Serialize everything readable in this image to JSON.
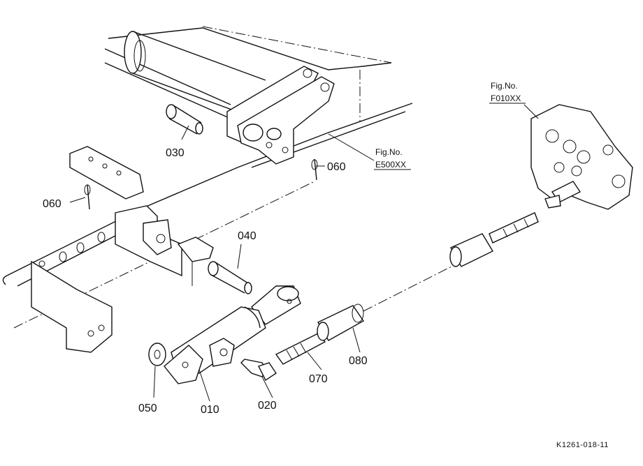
{
  "parts": [
    {
      "id": "p030",
      "label": "030"
    },
    {
      "id": "p060a",
      "label": "060"
    },
    {
      "id": "p060b",
      "label": "060"
    },
    {
      "id": "p040",
      "label": "040"
    },
    {
      "id": "p050",
      "label": "050"
    },
    {
      "id": "p010",
      "label": "010"
    },
    {
      "id": "p020",
      "label": "020"
    },
    {
      "id": "p070",
      "label": "070"
    },
    {
      "id": "p080",
      "label": "080"
    }
  ],
  "references": [
    {
      "id": "e500",
      "prefix": "Fig.No.",
      "code": "E500XX"
    },
    {
      "id": "f010",
      "prefix": "Fig.No.",
      "code": "F010XX"
    }
  ],
  "drawing_code": "K1261-018-11"
}
